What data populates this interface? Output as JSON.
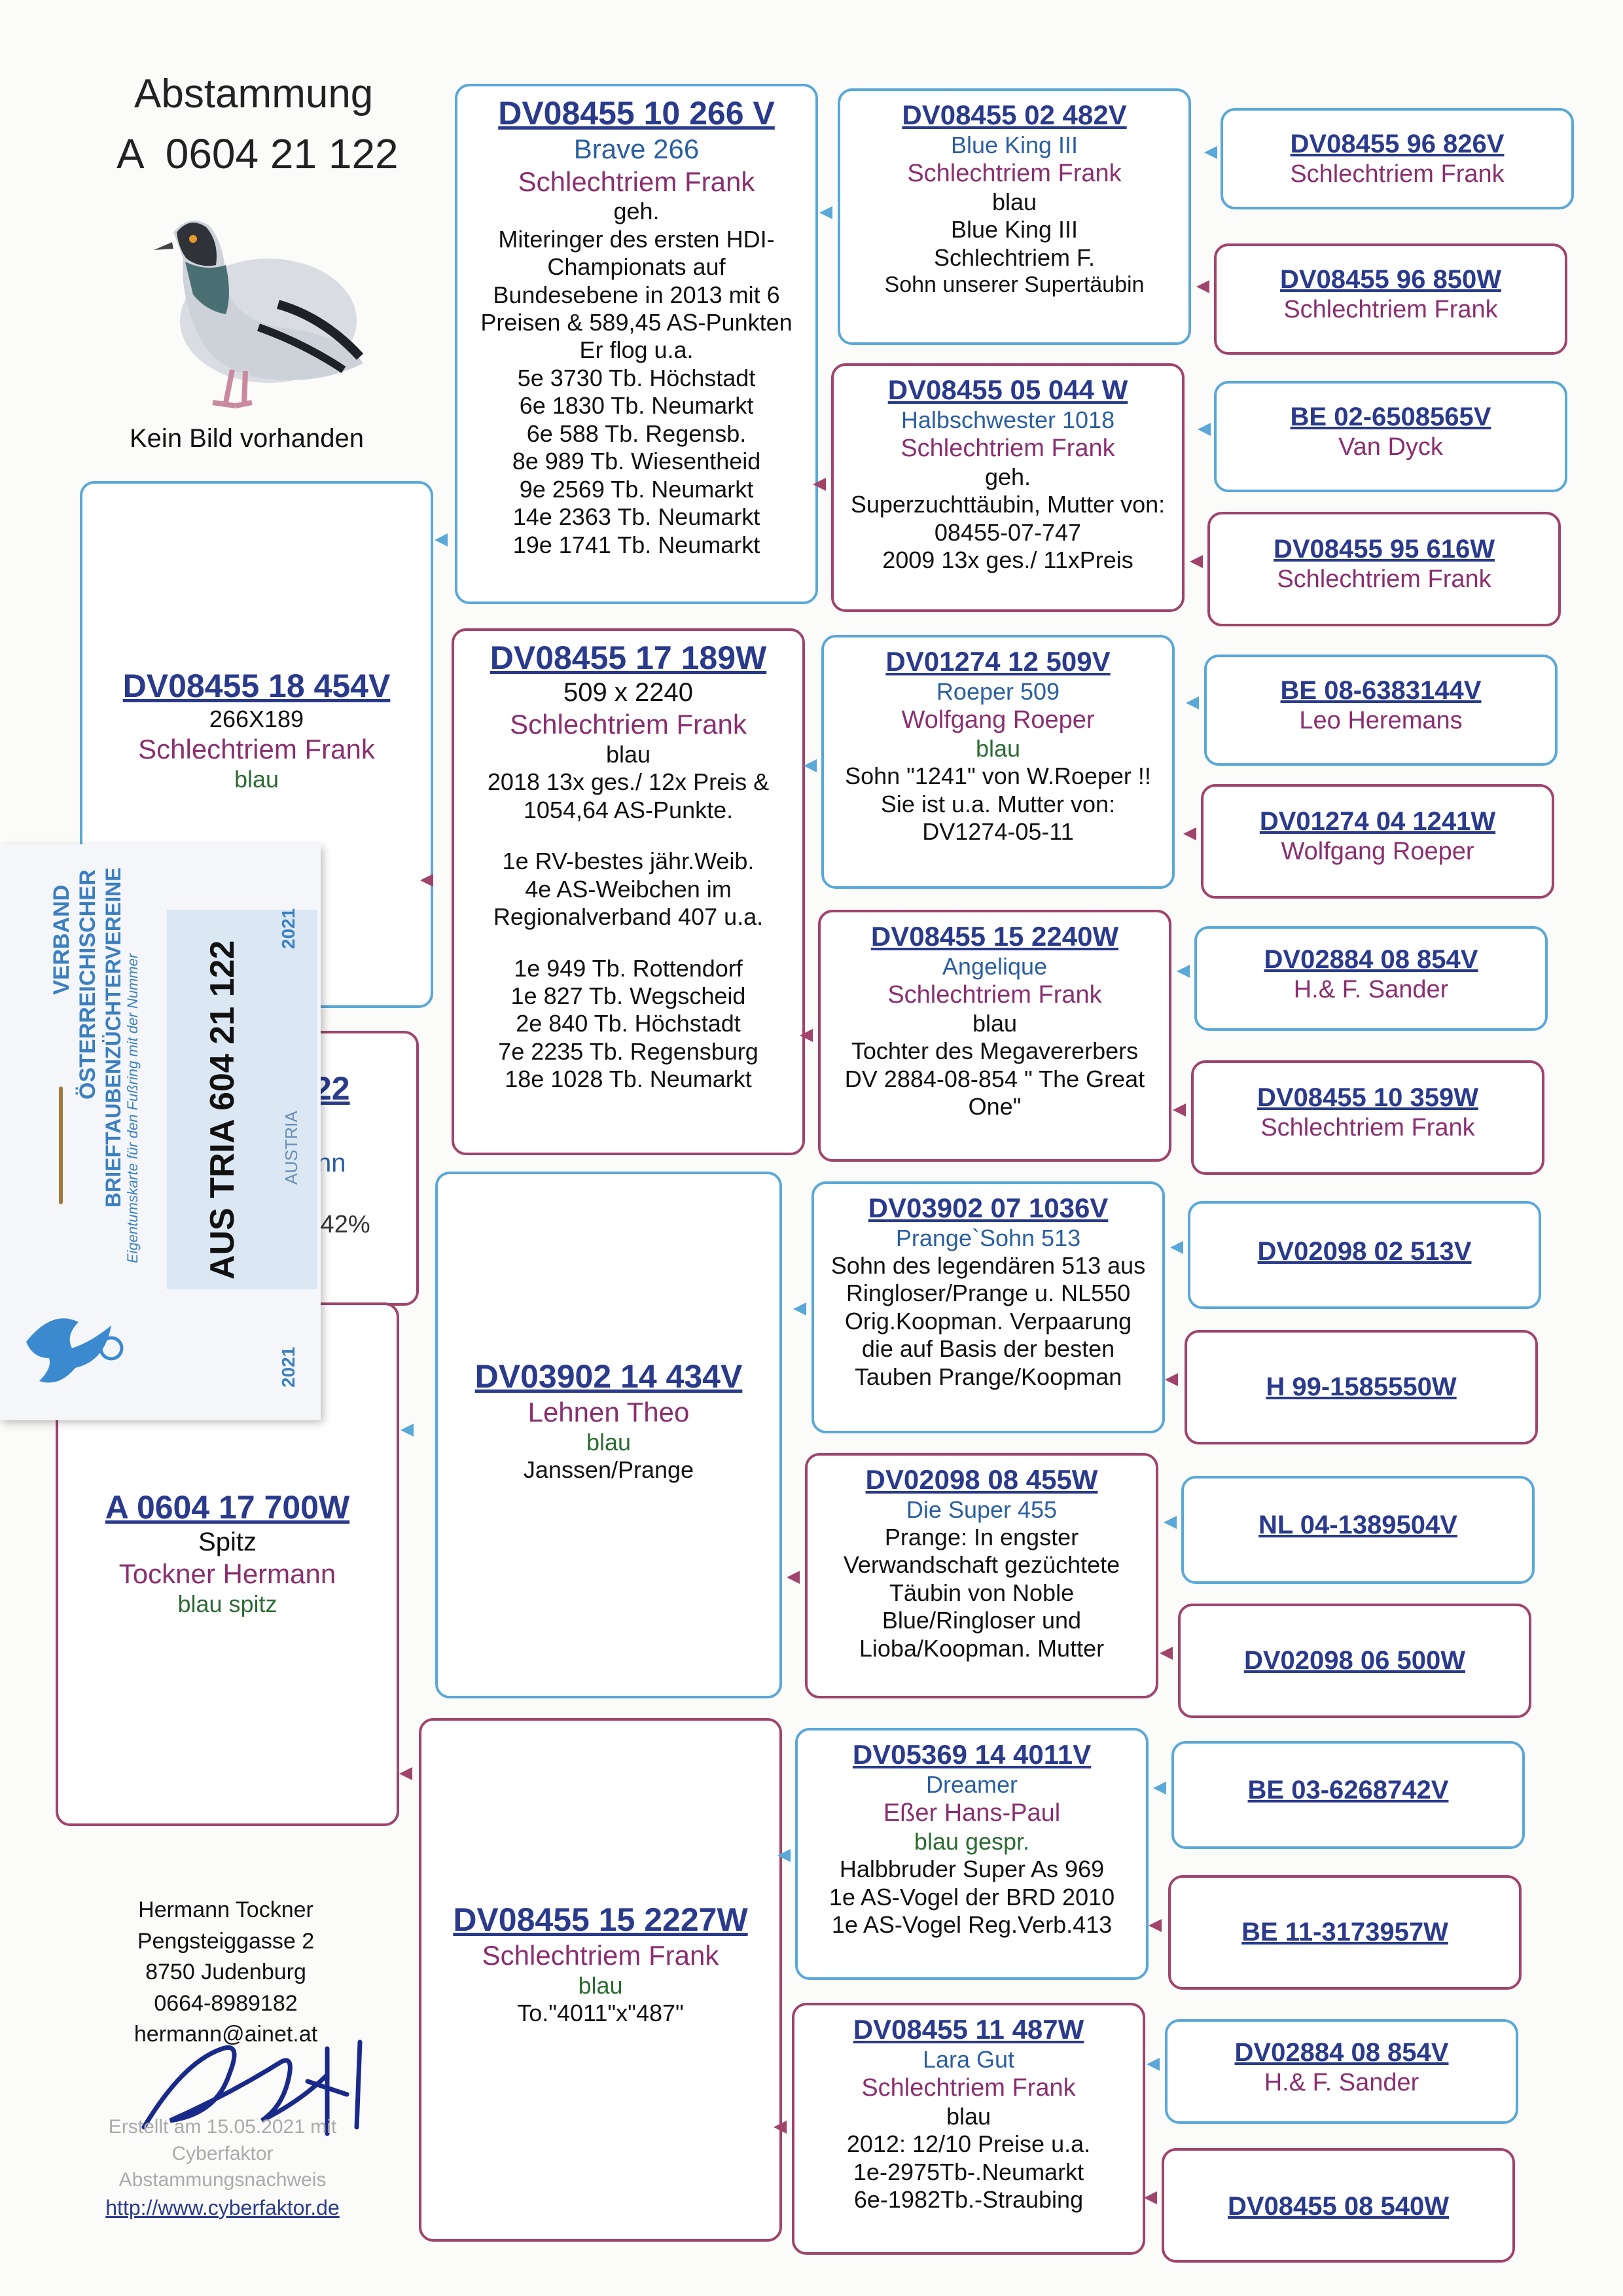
{
  "header": {
    "title": "Abstammung",
    "ring": "A  0604 21 122",
    "no_picture": "Kein Bild vorhanden"
  },
  "gen1": {
    "sire": {
      "ring": "A  0604 17 700W",
      "name": "Spitz",
      "breeder": "Tockner Hermann",
      "color": "blau spitz"
    }
  },
  "dam_partial": {
    "ring_tail": "22",
    "name_tail": "nn",
    "pct_tail": ",42%"
  },
  "gen2": {
    "p1": {
      "ring": "DV08455 18 454V",
      "name": "266X189",
      "breeder": "Schlechtriem Frank",
      "color": "blau"
    },
    "p2": {
      "ring": "DV03902 14 434V",
      "breeder": "Lehnen Theo",
      "color": "blau",
      "note": "Janssen/Prange"
    },
    "p3": {
      "ring": "DV08455 15 2227W",
      "breeder": "Schlechtriem Frank",
      "color": "blau",
      "note": "To.\"4011\"x\"487\""
    }
  },
  "gen3": {
    "a": {
      "ring": "DV08455 10 266 V",
      "name": "Brave 266",
      "breeder": "Schlechtriem Frank",
      "color": "geh.",
      "notes": [
        "Miteringer des ersten HDI-",
        "Championats auf",
        "Bundesebene in 2013 mit 6",
        "Preisen & 589,45 AS-Punkten",
        "Er flog u.a.",
        "5e  3730 Tb. Höchstadt",
        "6e  1830 Tb. Neumarkt",
        "6e  588 Tb. Regensb.",
        "8e  989 Tb. Wiesentheid",
        "9e 2569 Tb. Neumarkt",
        "14e 2363 Tb. Neumarkt",
        "19e 1741 Tb. Neumarkt"
      ]
    },
    "b": {
      "ring": "DV08455 17 189W",
      "name": "509 x 2240",
      "breeder": "Schlechtriem Frank",
      "color": "blau",
      "notes": [
        "2018 13x ges./ 12x Preis &",
        "1054,64 AS-Punkte.",
        "",
        "1e RV-bestes jähr.Weib.",
        "4e AS-Weibchen im",
        "Regionalverband 407 u.a.",
        "",
        "1e  949 Tb. Rottendorf",
        "1e  827 Tb. Wegscheid",
        "2e  840 Tb. Höchstadt",
        "7e 2235 Tb. Regensburg",
        "18e 1028 Tb. Neumarkt"
      ]
    }
  },
  "gen4": {
    "a": {
      "ring": "DV08455 02 482V",
      "name": "Blue King III",
      "breeder": "Schlechtriem Frank",
      "color": "blau",
      "notes": [
        "Blue King III",
        "Schlechtriem F.",
        "Sohn unserer Supertäubin"
      ]
    },
    "b": {
      "ring": "DV08455 05 044 W",
      "name": "Halbschwester 1018",
      "breeder": "Schlechtriem Frank",
      "color": "geh.",
      "notes": [
        "Superzuchttäubin, Mutter von:",
        "08455-07-747",
        "2009 13x ges./ 11xPreis"
      ]
    },
    "c": {
      "ring": "DV01274 12 509V",
      "name": "Roeper 509",
      "breeder": "Wolfgang Roeper",
      "color": "blau",
      "notes": [
        "Sohn \"1241\" von W.Roeper !!",
        "Sie ist u.a. Mutter von:",
        "DV1274-05-11"
      ]
    },
    "d": {
      "ring": "DV08455 15 2240W",
      "name": "Angelique",
      "breeder": "Schlechtriem Frank",
      "color": "blau",
      "notes": [
        "Tochter des Megavererbers",
        "DV 2884-08-854 \" The Great",
        "One\""
      ]
    },
    "e": {
      "ring": "DV03902 07 1036V",
      "name": "Prange`Sohn 513",
      "notes": [
        "Sohn des legendären 513 aus",
        "Ringloser/Prange u. NL550",
        "Orig.Koopman. Verpaarung",
        "die auf Basis der besten",
        "Tauben Prange/Koopman"
      ]
    },
    "f": {
      "ring": "DV02098 08 455W",
      "name": "Die Super 455",
      "notes": [
        "Prange: In engster",
        "Verwandschaft gezüchtete",
        "Täubin von Noble",
        "Blue/Ringloser und",
        "Lioba/Koopman. Mutter"
      ]
    },
    "g": {
      "ring": "DV05369 14 4011V",
      "name": "Dreamer",
      "breeder": "Eßer Hans-Paul",
      "color": "blau gespr.",
      "notes": [
        "Halbbruder Super As 969",
        "1e AS-Vogel der BRD 2010",
        "1e AS-Vogel Reg.Verb.413"
      ]
    },
    "h": {
      "ring": "DV08455 11 487W",
      "name": "Lara Gut",
      "breeder": "Schlechtriem Frank",
      "color": "blau",
      "notes": [
        "2012: 12/10 Preise u.a.",
        "1e-2975Tb-.Neumarkt",
        "6e-1982Tb.-Straubing"
      ]
    }
  },
  "gen5": [
    {
      "ring": "DV08455 96 826V",
      "breeder": "Schlechtriem Frank"
    },
    {
      "ring": "DV08455 96 850W",
      "breeder": "Schlechtriem Frank"
    },
    {
      "ring": "BE 02-6508565V",
      "breeder": "Van Dyck"
    },
    {
      "ring": "DV08455 95 616W",
      "breeder": "Schlechtriem Frank"
    },
    {
      "ring": "BE 08-6383144V",
      "breeder": "Leo Heremans"
    },
    {
      "ring": "DV01274 04 1241W",
      "breeder": "Wolfgang Roeper"
    },
    {
      "ring": "DV02884 08 854V",
      "breeder": "H.& F. Sander"
    },
    {
      "ring": "DV08455 10 359W",
      "breeder": "Schlechtriem Frank"
    },
    {
      "ring": "DV02098 02 513V",
      "breeder": ""
    },
    {
      "ring": "H  99-1585550W",
      "breeder": ""
    },
    {
      "ring": "NL 04-1389504V",
      "breeder": ""
    },
    {
      "ring": "DV02098 06 500W",
      "breeder": ""
    },
    {
      "ring": "BE 03-6268742V",
      "breeder": ""
    },
    {
      "ring": "BE 11-3173957W",
      "breeder": ""
    },
    {
      "ring": "DV02884 08 854V",
      "breeder": "H.& F. Sander"
    },
    {
      "ring": "DV08455 08 540W",
      "breeder": ""
    }
  ],
  "card": {
    "org": [
      "VERBAND",
      "ÖSTERREICHISCHER",
      "BRIEFTAUBENZÜCHTERVEREINE"
    ],
    "sub": "Eigentumskarte für den Fußring mit der Nummer",
    "year": "2021",
    "number": "AUS TRIA 604 21 122",
    "country": "AUSTRIA"
  },
  "owner": {
    "name": "Hermann Tockner",
    "street": "Pengsteiggasse 2",
    "city": "8750 Judenburg",
    "phone": "0664-8989182",
    "email": "hermann@ainet.at"
  },
  "credit": {
    "line1": "Erstellt am 15.05.2021 mit",
    "line2": "Cyberfaktor",
    "line3": "Abstammungsnachweis",
    "url": "http://www.cyberfaktor.de"
  },
  "colors": {
    "male": "#5aa8d8",
    "female": "#a0446b",
    "ring": "#2a3a8c",
    "breeder": "#8a2f6f",
    "name": "#2b5fa0"
  }
}
